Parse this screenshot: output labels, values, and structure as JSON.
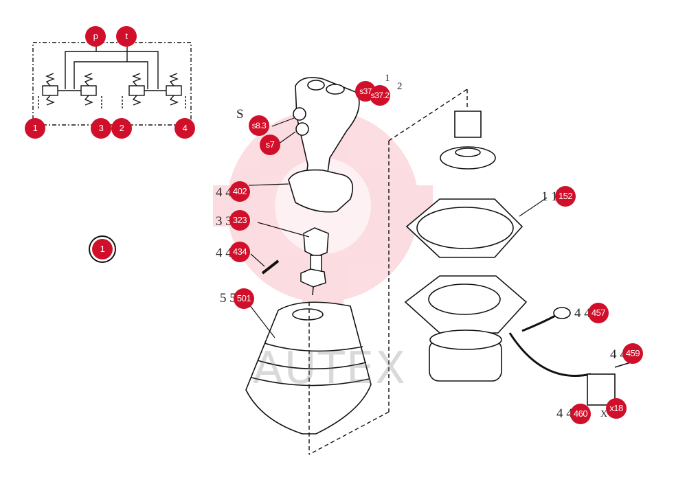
{
  "watermark": {
    "text": "AUTEX",
    "color": "#e8102a"
  },
  "schematic": {
    "ports_top": [
      "p",
      "t"
    ],
    "ports_bottom": [
      "1",
      "3",
      "2",
      "4"
    ]
  },
  "legend_callout": "1",
  "callouts": {
    "s37": "s37",
    "s37_2": "s37.2",
    "s8_3": "s8.3",
    "s7": "s7",
    "p402": "402",
    "p323": "323",
    "p434": "434",
    "p501": "501",
    "p152": "152",
    "p457": "457",
    "p459": "459",
    "p460": "460",
    "x18": "x18"
  },
  "background_labels": {
    "l402": "4 402",
    "l323": "3 323",
    "l434": "4 434",
    "l501": "5 501",
    "l152": "1 152",
    "l457": "4 457",
    "l459": "4 459",
    "l460": "4 460",
    "s8": "S",
    "x": "X",
    "n1": "1",
    "n2": "2"
  },
  "colors": {
    "badge": "#d0102a",
    "line": "#111111"
  }
}
